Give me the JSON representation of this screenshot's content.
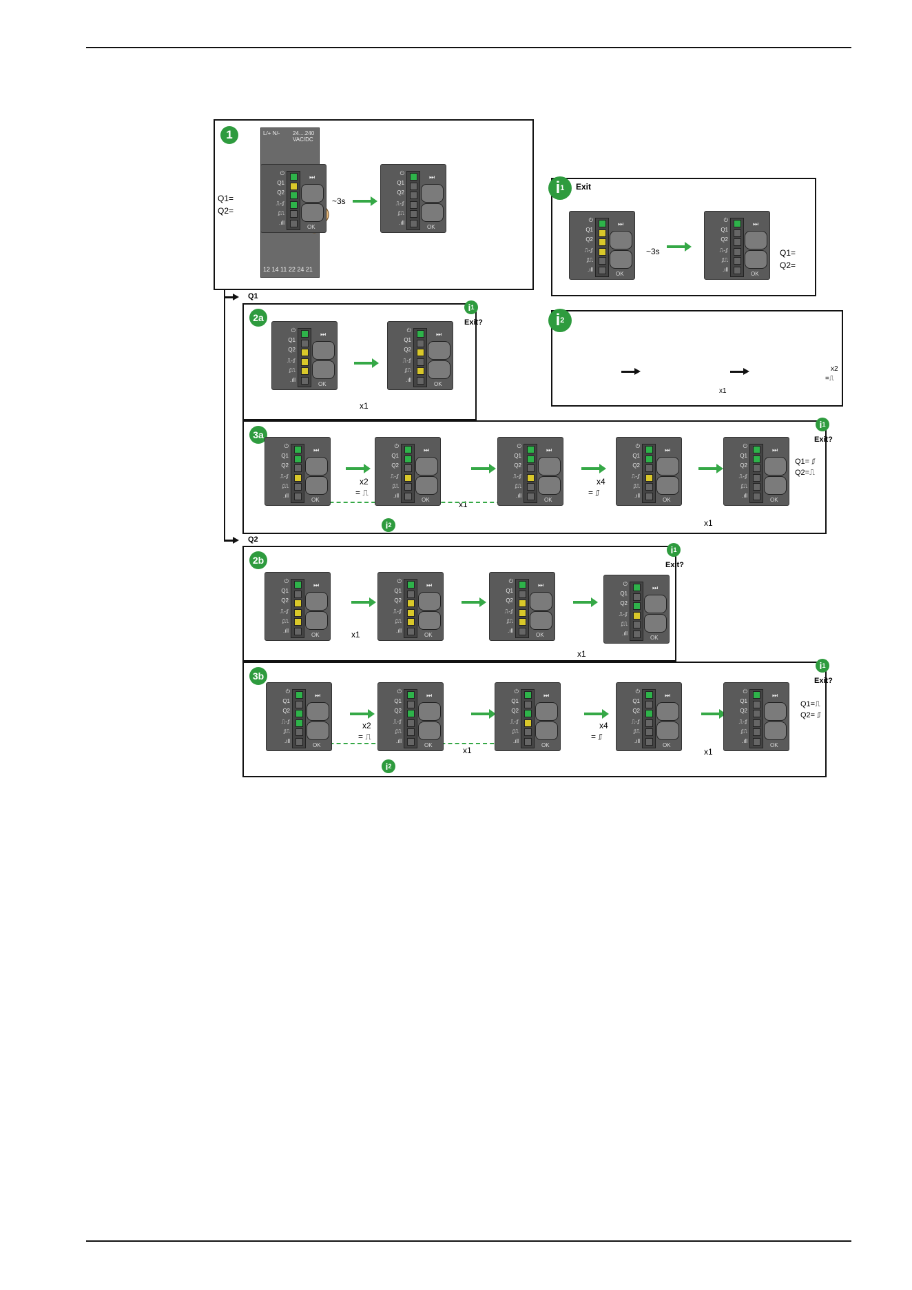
{
  "device": {
    "labels": [
      "⏻",
      "Q1",
      "Q2",
      "⎍-⎎",
      "⎎⎍",
      ".ıll"
    ],
    "skip": "⏭",
    "ok": "OK",
    "top_terminals": "L/+ N/-",
    "voltage": "24....240\nVAC/DC",
    "bottom_terminals": "12 14 11 22 24 21"
  },
  "step1": {
    "badge": "1",
    "q1": "Q1=",
    "q2": "Q2=",
    "hold": "~3s"
  },
  "info1": {
    "badge": "i",
    "sub": "1",
    "title": "Exit",
    "hold": "~3s",
    "q1": "Q1=",
    "q2": "Q2="
  },
  "info2": {
    "badge": "i",
    "sub": "2",
    "press": "x1",
    "blink": "x2",
    "result": "=⎍"
  },
  "branch_q1": "Q1",
  "branch_q2": "Q2",
  "step2a": {
    "badge": "2a",
    "exit": "Exit?",
    "press": "x1"
  },
  "step3a": {
    "badge": "3a",
    "exit": "Exit?",
    "blink1": "x2",
    "res1": "= ⎍",
    "press1": "x1",
    "blink2": "x4",
    "res2": "= ⎎",
    "press2": "x1",
    "q1": "Q1= ⎎",
    "q2": "Q2=⎍"
  },
  "step2b": {
    "badge": "2b",
    "exit": "Exit?",
    "press1": "x1",
    "press2": "x1"
  },
  "step3b": {
    "badge": "3b",
    "exit": "Exit?",
    "blink1": "x2",
    "res1": "= ⎍",
    "press1": "x1",
    "blink2": "x4",
    "res2": "= ⎎",
    "press2": "x1",
    "q1": "Q1=⎍",
    "q2": "Q2= ⎎"
  },
  "colors": {
    "accent": "#2e9b3e",
    "device": "#5a5a5a",
    "led_on": "#2eb34a",
    "led_blink": "#d9c82a"
  }
}
